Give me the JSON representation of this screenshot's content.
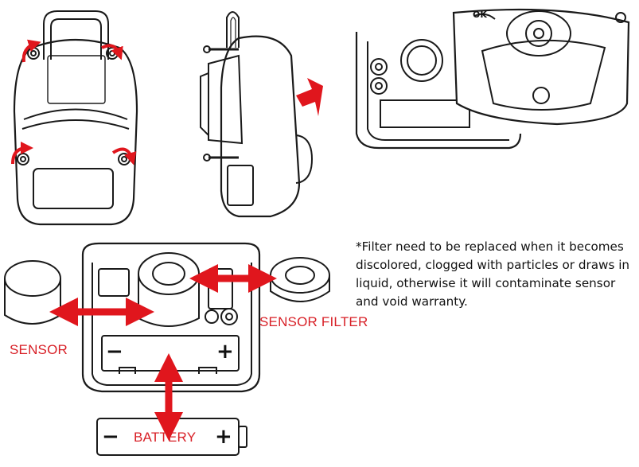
{
  "labels": {
    "sensor": "SENSOR",
    "sensor_filter": "SENSOR FILTER",
    "battery": "BATTERY",
    "battery_minus": "−",
    "battery_plus": "+",
    "compartment_minus": "−",
    "compartment_plus": "+",
    "ok_button": "OK"
  },
  "note": {
    "lines": [
      "*Filter need to be replaced when it becomes",
      "discolored, clogged with particles or draws in",
      "liquid, otherwise it will contaminate sensor",
      "and void warranty."
    ]
  },
  "colors": {
    "accent": "#e0161d",
    "label": "#d81f26",
    "line": "#1a1a1a"
  }
}
